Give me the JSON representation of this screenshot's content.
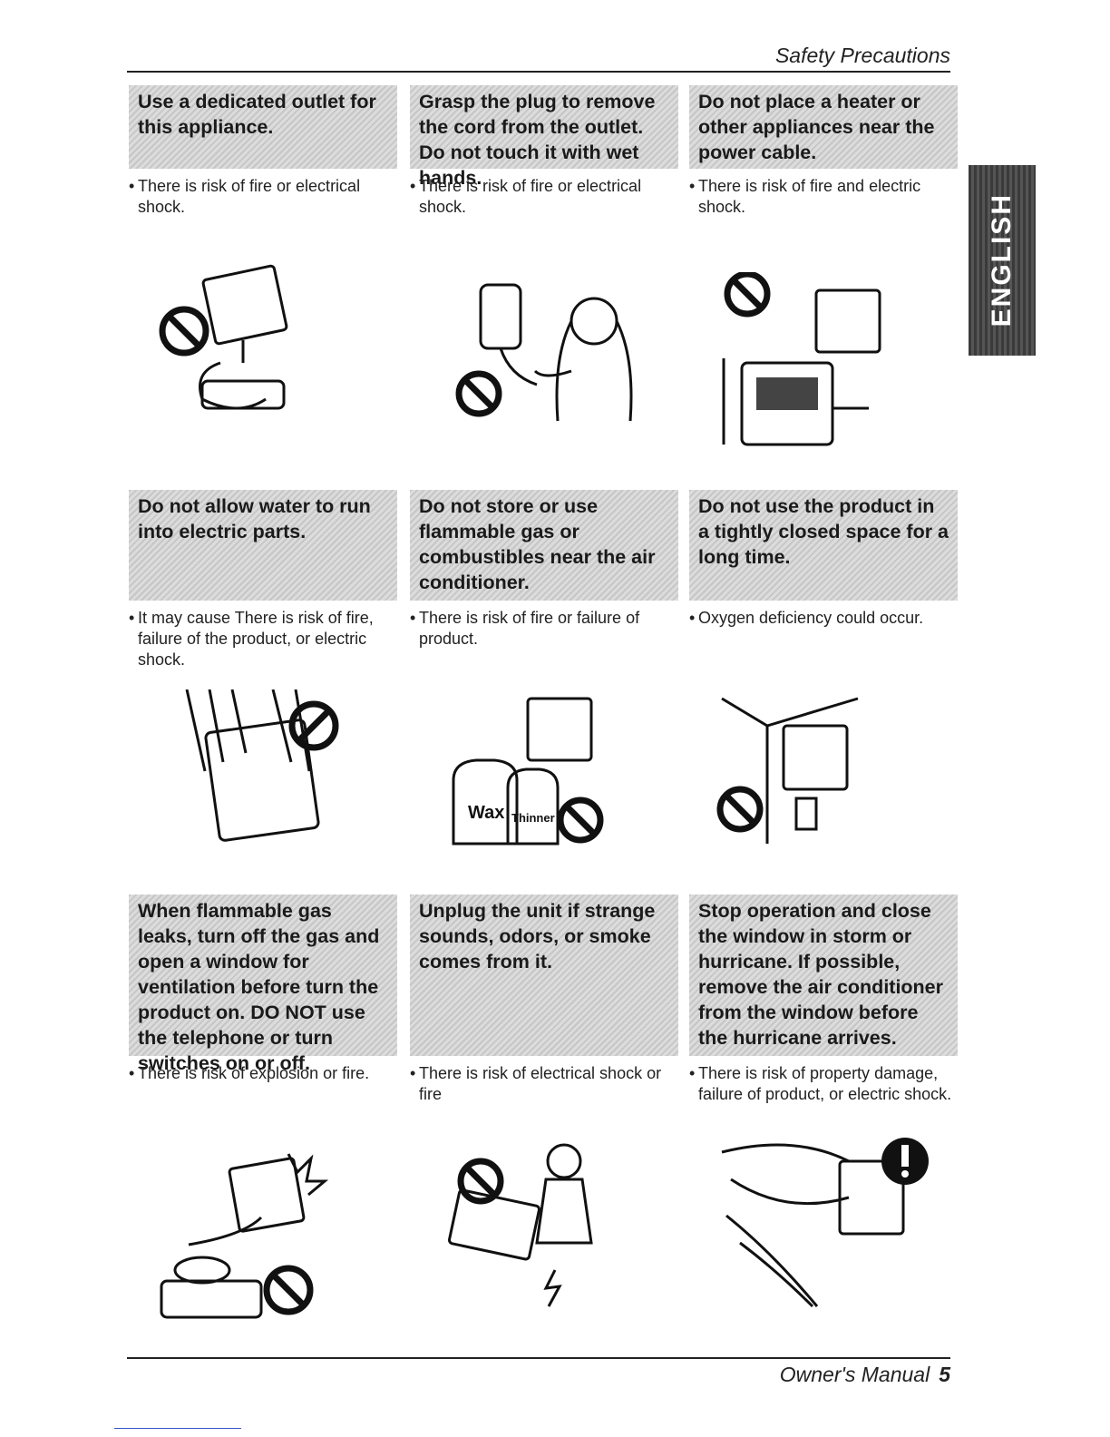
{
  "header": {
    "title": "Safety Precautions"
  },
  "side_tab": {
    "label": "ENGLISH"
  },
  "tips": [
    {
      "title": "Use a dedicated outlet for this appliance.",
      "note": "There is risk of fire or electrical shock."
    },
    {
      "title": "Grasp the plug to remove the cord from the outlet. Do not touch it with wet hands.",
      "note": "There is risk of fire or electrical shock."
    },
    {
      "title": "Do not place a heater or other appliances near the power cable.",
      "note": "There is risk of fire and electric shock."
    },
    {
      "title": "Do not allow water to run into electric parts.",
      "note": "It may cause There is risk of fire, failure of the product, or electric shock."
    },
    {
      "title": "Do not store or use flammable gas or combustibles  near the air conditioner.",
      "note": "There is risk of fire or failure of product."
    },
    {
      "title": "Do not use the product in a tightly closed space for a long time.",
      "note": "Oxygen deficiency could occur."
    },
    {
      "title": "When flammable gas leaks, turn off the gas and open a window for ventilation before turn the product on. DO NOT use the telephone or turn switches on or off.",
      "note": "There is risk of explosion or fire."
    },
    {
      "title": "Unplug the unit if strange sounds, odors, or smoke comes from it.",
      "note": "There is risk of electrical shock or fire"
    },
    {
      "title": "Stop operation and close the window in storm or hurricane. If possible, remove the air conditioner from the window before the hurricane arrives.",
      "note": "There is risk of property damage, failure of product, or electric shock."
    }
  ],
  "illustration_labels": {
    "wax": "Wax",
    "thinner": "Thinner"
  },
  "footer": {
    "manual": "Owner's Manual",
    "page": "5"
  }
}
